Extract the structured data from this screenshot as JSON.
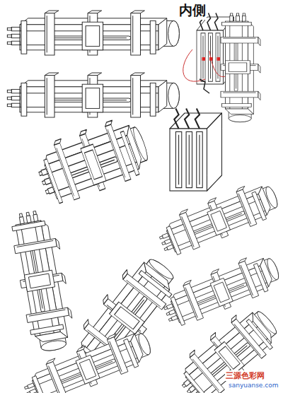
{
  "diagram": {
    "labels": [
      "内側",
      "三源色彩网",
      "sanyuanse.com"
    ]
  }
}
